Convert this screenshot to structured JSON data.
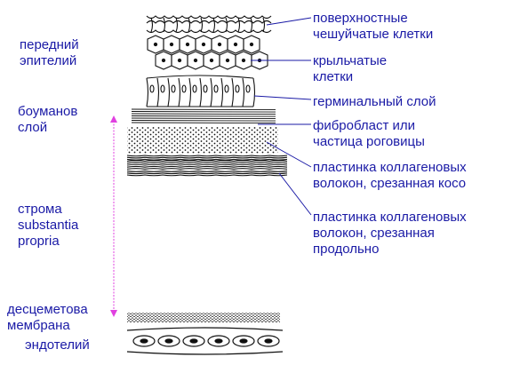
{
  "left_labels": {
    "anterior_epithelium": [
      "передний",
      "эпителий"
    ],
    "bowman_layer": [
      "боуманов",
      "слой"
    ],
    "stroma": [
      "строма",
      "substantia",
      "propria"
    ],
    "descemet_membrane": [
      "десцеметова",
      "мембрана"
    ],
    "endothelium": "эндотелий"
  },
  "right_labels": {
    "superficial_squamous": [
      "поверхностные",
      "чешуйчатые клетки"
    ],
    "wing_cells": [
      "крыльчатые",
      "клетки"
    ],
    "germinal_layer": "герминальный слой",
    "fibroblast": [
      "фибробласт или",
      "частица роговицы"
    ],
    "oblique_lamella": [
      "пластинка коллагеновых",
      "волокон, срезанная косо"
    ],
    "longitudinal_lamella": [
      "пластинка коллагеновых",
      "волокон, срезанная",
      "продольно"
    ]
  },
  "colors": {
    "label_text": "#1a1aa6",
    "leader_line": "#1a1aa6",
    "stroma_arrow": "#e040e0",
    "drawing": "#111111"
  }
}
